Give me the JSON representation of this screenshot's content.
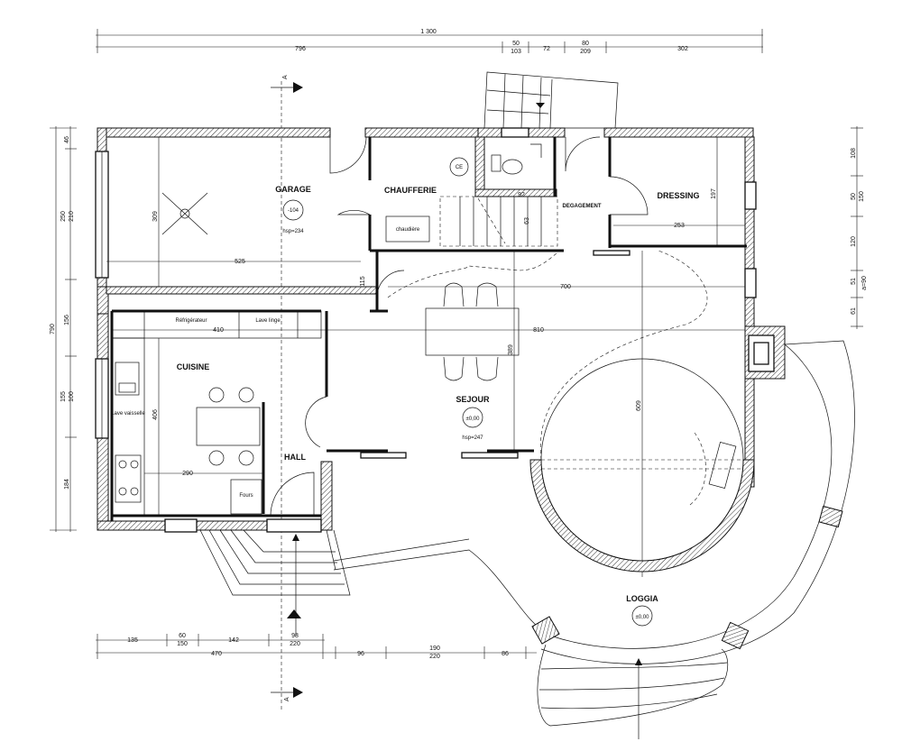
{
  "rooms": {
    "garage": {
      "name": "GARAGE",
      "level": "-104",
      "height": "hsp=234"
    },
    "chaufferie": {
      "name": "CHAUFFERIE",
      "ce": "CE",
      "boiler": "chaudière"
    },
    "degagement": {
      "name": "DEGAGEMENT"
    },
    "dressing": {
      "name": "DRESSING"
    },
    "cuisine": {
      "name": "CUISINE",
      "fridge": "Réfrigérateur",
      "washer": "Lave linge",
      "dishwasher": "Lave vaisselle",
      "oven": "Fours"
    },
    "sejour": {
      "name": "SEJOUR",
      "level": "±0,00",
      "height": "hsp=247"
    },
    "hall": {
      "name": "HALL"
    },
    "loggia": {
      "name": "LOGGIA",
      "level": "±0,00"
    }
  },
  "section_markers": {
    "top": "A",
    "bottom": "A"
  },
  "dimensions": {
    "top_total": "1 300",
    "top_796": "796",
    "top_50": "50",
    "top_103": "103",
    "top_72": "72",
    "top_80": "80",
    "top_209": "209",
    "top_302": "302",
    "left_790": "790",
    "left_46": "46",
    "left_250": "250",
    "left_210": "210",
    "left_156": "156",
    "left_155": "155",
    "left_100": "100",
    "left_184": "184",
    "right_108": "108",
    "right_50": "50",
    "right_150": "150",
    "right_120": "120",
    "right_61": "61",
    "right_51": "51",
    "right_a90": "a=90",
    "bottom_135": "135",
    "bottom_60": "60",
    "bottom_150": "150",
    "bottom_142": "142",
    "bottom_98": "98",
    "bottom_220": "220",
    "bottom_470": "470",
    "bottom_96": "96",
    "bottom_190": "190",
    "bottom_220b": "220",
    "bottom_86": "86",
    "garage_309": "309",
    "garage_525": "525",
    "i_115": "115",
    "i_410": "410",
    "i_700": "700",
    "i_810": "810",
    "i_406": "406",
    "i_290": "290",
    "i_389": "389",
    "i_609": "609",
    "i_253": "253",
    "i_197": "197",
    "i_92": "92",
    "i_63": "63"
  }
}
